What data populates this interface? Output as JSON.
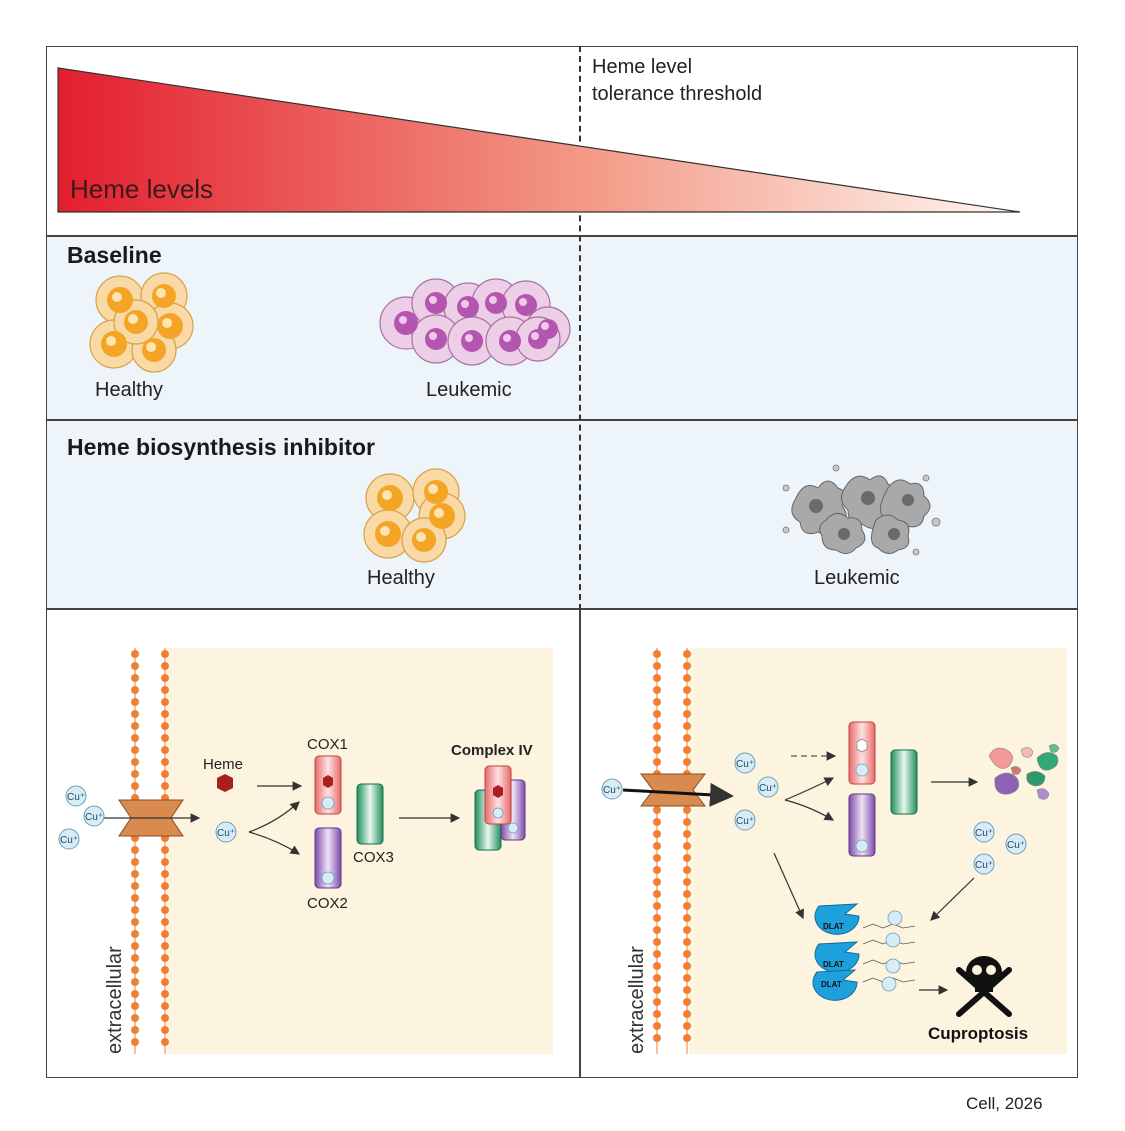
{
  "header": {
    "gradient_label": "Heme levels",
    "threshold_line1": "Heme level",
    "threshold_line2": "tolerance threshold"
  },
  "baseline": {
    "title": "Baseline",
    "healthy_label": "Healthy",
    "leukemic_label": "Leukemic"
  },
  "inhibitor": {
    "title": "Heme biosynthesis inhibitor",
    "healthy_label": "Healthy",
    "leukemic_label": "Leukemic"
  },
  "mechanism_left": {
    "heme_label": "Heme",
    "cox1": "COX1",
    "cox2": "COX2",
    "cox3": "COX3",
    "complex": "Complex IV",
    "extracellular": "extracellular",
    "cu": "Cu⁺"
  },
  "mechanism_right": {
    "extracellular": "extracellular",
    "dlat": "DLAT",
    "outcome": "Cuproptosis",
    "cu": "Cu⁺"
  },
  "citation": "Cell, 2026",
  "colors": {
    "heme_red": "#e31e2e",
    "healthy_cell": "#f4a526",
    "leukemic_cell": "#b455b0",
    "panel_bg": "#eef5fa",
    "cytoplasm": "#fdf4df",
    "membrane": "#f07f35",
    "cox1": "#ee8a8a",
    "cox2": "#8e62b3",
    "cox3": "#2c9a6b",
    "dlat": "#1ea0dc"
  },
  "icons": [
    "heme-hexagon-icon",
    "copper-ion-icon",
    "skull-crossbones-icon",
    "copper-channel-icon"
  ]
}
